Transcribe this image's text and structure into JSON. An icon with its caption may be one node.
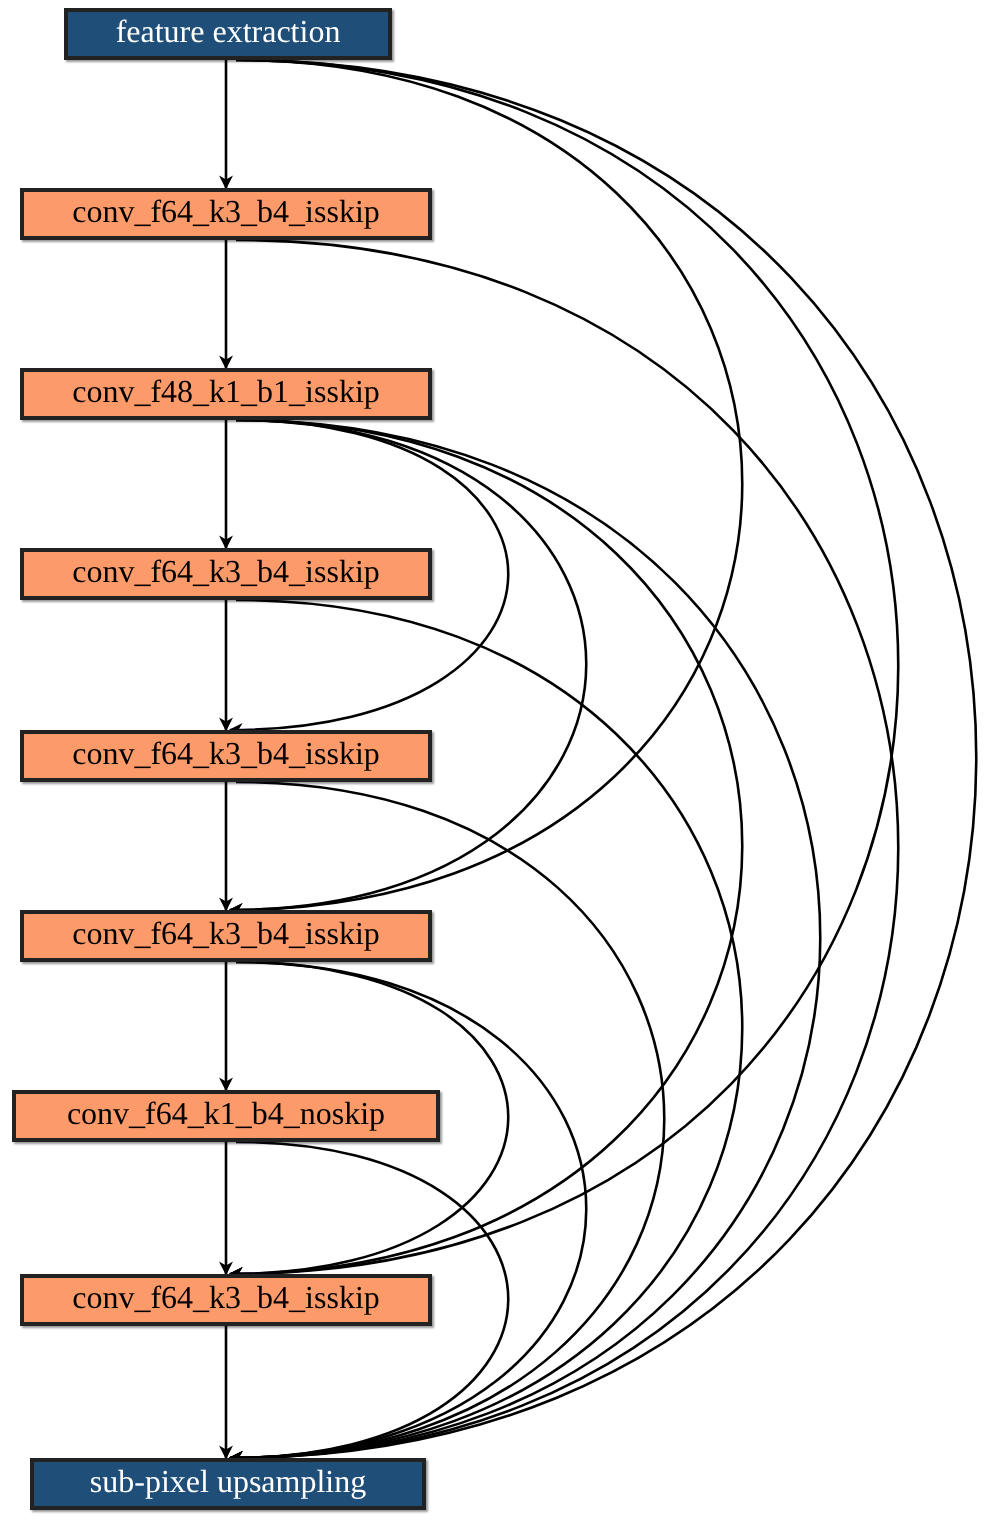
{
  "diagram": {
    "nodes": [
      {
        "text": [
          "feature extraction"
        ]
      },
      {
        "text": [
          "conv_f64_k3_b4_isskip"
        ]
      },
      {
        "text": [
          "conv_f48_k1_b1_isskip"
        ]
      },
      {
        "text": [
          "conv_f64_k3_b4_isskip"
        ]
      },
      {
        "text": [
          "conv_f64_k3_b4_isskip"
        ]
      },
      {
        "text": [
          "conv_f64_k3_b4_isskip"
        ]
      },
      {
        "text": [
          "conv_f64_k1_b4_noskip"
        ]
      },
      {
        "text": [
          "conv_f64_k3_b4_isskip"
        ]
      },
      {
        "text": [
          "sub-pixel upsampling"
        ]
      }
    ],
    "edges": [
      {
        "from": 0,
        "to": 1,
        "arrow": "to"
      },
      {
        "from": 1,
        "to": 2,
        "arrow": "to"
      },
      {
        "from": 2,
        "to": 3,
        "arrow": "to"
      },
      {
        "from": 3,
        "to": 4,
        "arrow": "to"
      },
      {
        "from": 4,
        "to": 5,
        "arrow": "to"
      },
      {
        "from": 5,
        "to": 6,
        "arrow": "to"
      },
      {
        "from": 6,
        "to": 7,
        "arrow": "to"
      },
      {
        "from": 7,
        "to": 8,
        "arrow": "to"
      },
      {
        "from": 0,
        "to": 5,
        "arrow": "to"
      },
      {
        "from": 0,
        "to": 7,
        "arrow": "to"
      },
      {
        "from": 0,
        "to": 8,
        "arrow": "to"
      },
      {
        "from": 1,
        "to": 8,
        "arrow": "to"
      },
      {
        "from": 2,
        "to": 4,
        "arrow": "to"
      },
      {
        "from": 2,
        "to": 5,
        "arrow": "to"
      },
      {
        "from": 2,
        "to": 7,
        "arrow": "to"
      },
      {
        "from": 2,
        "to": 8,
        "arrow": "to"
      },
      {
        "from": 3,
        "to": 8,
        "arrow": "to"
      },
      {
        "from": 4,
        "to": 8,
        "arrow": "to"
      },
      {
        "from": 5,
        "to": 7,
        "arrow": "to"
      },
      {
        "from": 5,
        "to": 8,
        "arrow": "to"
      },
      {
        "from": 6,
        "to": 8,
        "arrow": "to"
      }
    ]
  }
}
